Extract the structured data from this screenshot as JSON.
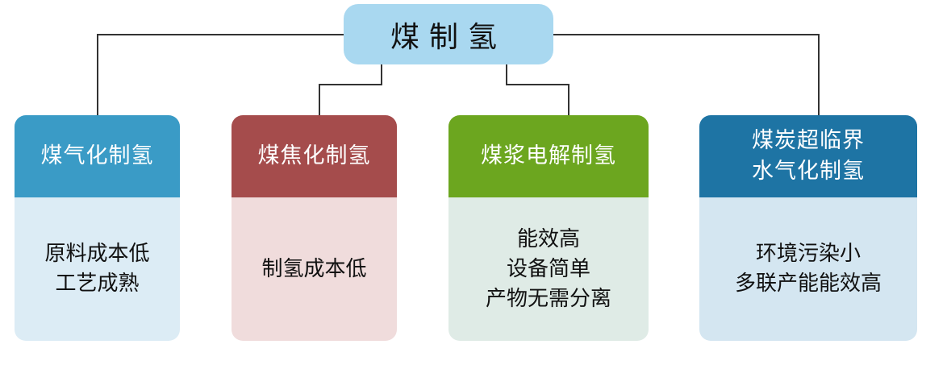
{
  "root": {
    "label": "煤制氢"
  },
  "methods": [
    {
      "title": [
        "煤气化制氢"
      ],
      "features": [
        "原料成本低",
        "工艺成熟"
      ],
      "header_color": "#3a9bc6",
      "body_color": "#dcecf5"
    },
    {
      "title": [
        "煤焦化制氢"
      ],
      "features": [
        "制氢成本低"
      ],
      "header_color": "#a54c4c",
      "body_color": "#f0dcdc"
    },
    {
      "title": [
        "煤浆电解制氢"
      ],
      "features": [
        "能效高",
        "设备简单",
        "产物无需分离"
      ],
      "header_color": "#6ca61f",
      "body_color": "#dfebe6"
    },
    {
      "title": [
        "煤炭超临界",
        "水气化制氢"
      ],
      "features": [
        "环境污染小",
        "多联产能能效高"
      ],
      "header_color": "#1e74a4",
      "body_color": "#d4e6f1"
    }
  ]
}
